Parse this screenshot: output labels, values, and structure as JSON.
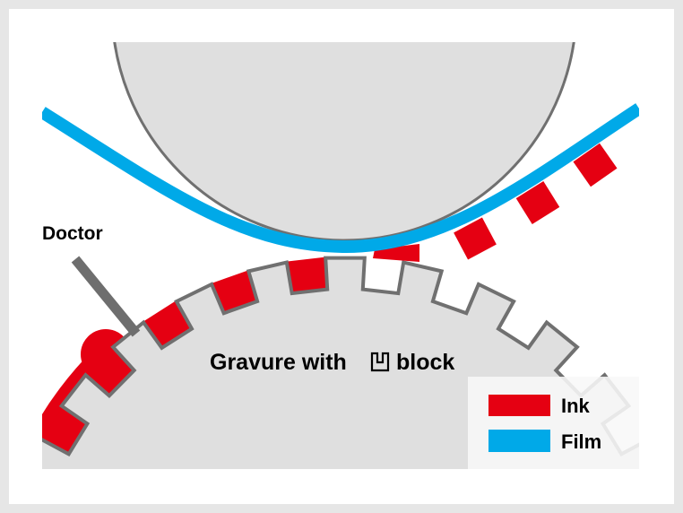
{
  "labels": {
    "doctor": "Doctor",
    "title_prefix": "Gravure with",
    "title_symbol": "凹",
    "title_suffix": "block"
  },
  "legend": [
    {
      "label": "Ink",
      "color": "#e50012"
    },
    {
      "label": "Film",
      "color": "#00a9e8"
    }
  ],
  "colors": {
    "ink": "#e50012",
    "film": "#00a9e8",
    "cylinder": "#dfdfdf",
    "outline": "#707070"
  }
}
